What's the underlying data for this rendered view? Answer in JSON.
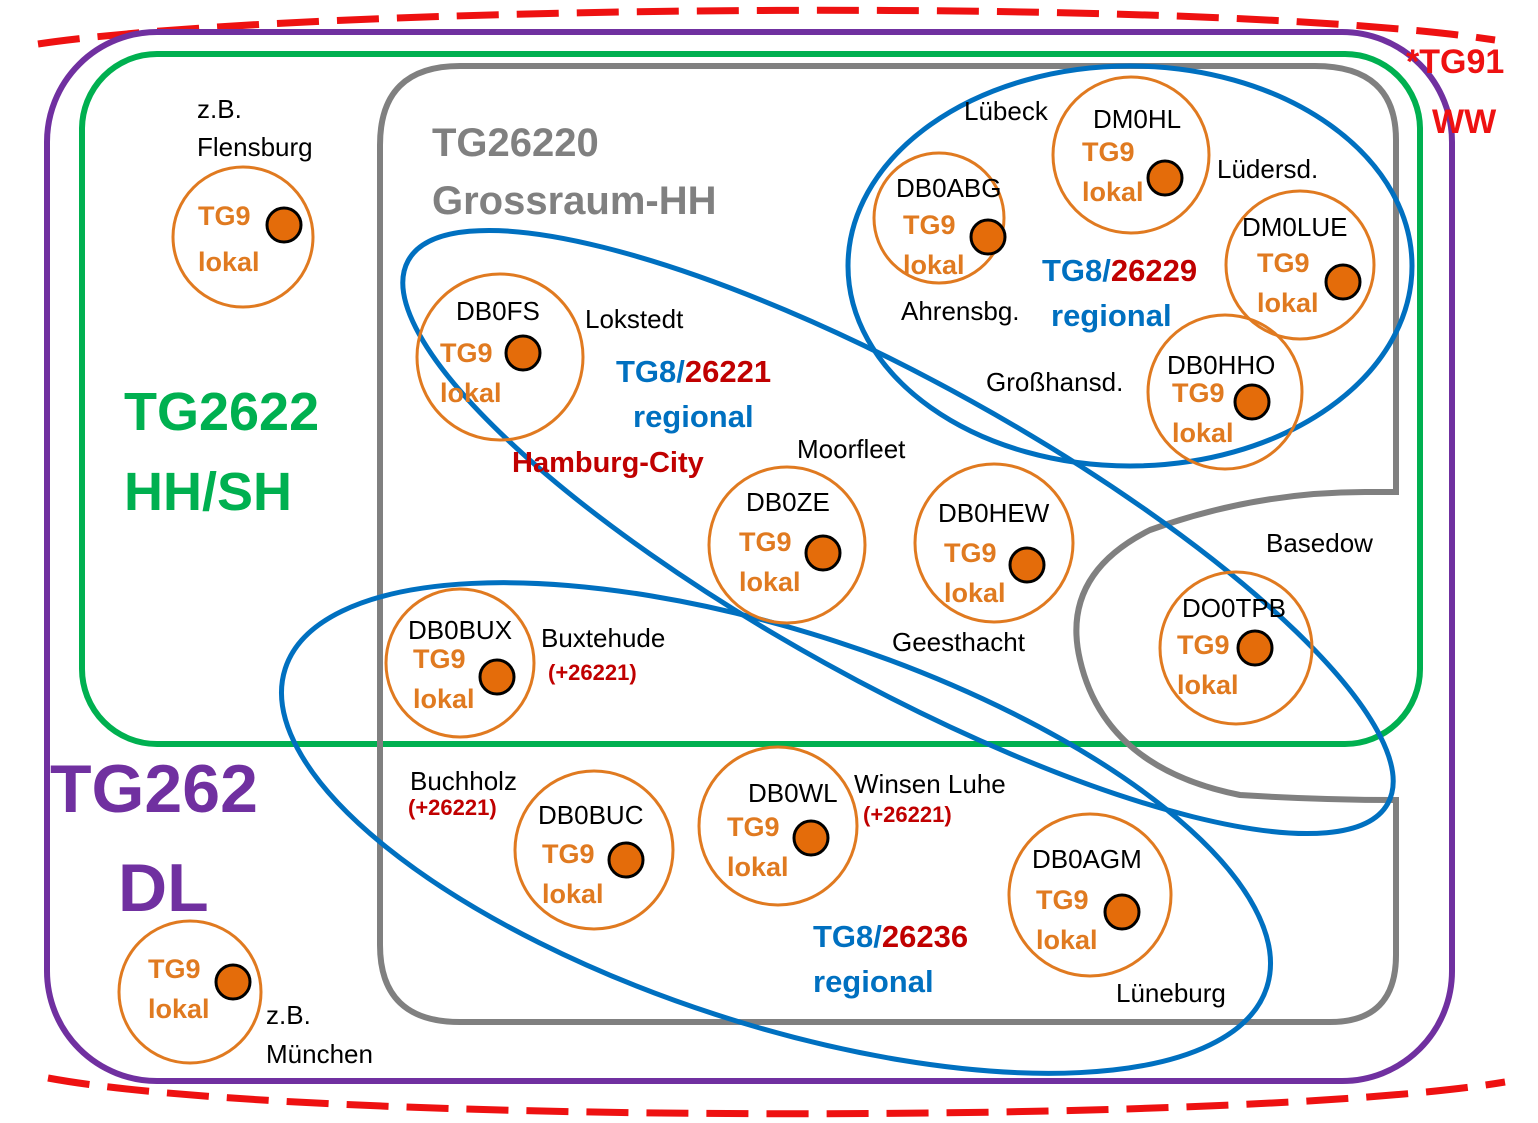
{
  "colors": {
    "ww": "#ee1111",
    "dl": "#7030a0",
    "hhsh": "#00b050",
    "grossraum": "#808080",
    "regional": "#0070c0",
    "tg_number": "#c00000",
    "repeater": "#e07a20",
    "node_fill": "#e46c0a"
  },
  "groups": {
    "ww": {
      "marker": "*",
      "line1": "TG91",
      "line2": "WW"
    },
    "dl": {
      "line1": "TG262",
      "line2": "DL"
    },
    "hhsh": {
      "line1": "TG2622",
      "line2": "HH/SH"
    },
    "grossraum": {
      "line1": "TG26220",
      "line2": "Grossraum-HH"
    },
    "city": {
      "prefix": "TG8/",
      "number": "26221",
      "sub": "regional",
      "name": "Hamburg-City"
    },
    "luebeck": {
      "prefix": "TG8/",
      "number": "26229",
      "sub": "regional"
    },
    "south": {
      "prefix": "TG8/",
      "number": "26236",
      "sub": "regional"
    }
  },
  "repeater_label": {
    "line1": "TG9",
    "line2": "lokal"
  },
  "repeaters": {
    "flensburg": {
      "call": "",
      "place": "z.B. Flensburg",
      "place1": "z.B.",
      "place2": "Flensburg"
    },
    "muenchen": {
      "call": "",
      "place1": "z.B.",
      "place2": "München"
    },
    "db0fs": {
      "call": "DB0FS",
      "place": "Lokstedt"
    },
    "db0abg": {
      "call": "DB0ABG",
      "place": "Ahrensbg."
    },
    "dm0hl": {
      "call": "DM0HL",
      "place": "Lübeck"
    },
    "dm0lue": {
      "call": "DM0LUE",
      "place": "Lüdersd."
    },
    "db0hho": {
      "call": "DB0HHO",
      "place": "Großhansd."
    },
    "db0ze": {
      "call": "DB0ZE",
      "place": "Moorfleet"
    },
    "db0hew": {
      "call": "DB0HEW",
      "place": "Geesthacht"
    },
    "do0tpb": {
      "call": "DO0TPB",
      "place": "Basedow"
    },
    "db0bux": {
      "call": "DB0BUX",
      "place": "Buxtehude",
      "note": "(+26221)"
    },
    "db0buc": {
      "call": "DB0BUC",
      "place": "Buchholz",
      "note": "(+26221)"
    },
    "db0wl": {
      "call": "DB0WL",
      "place": "Winsen Luhe",
      "note": "(+26221)"
    },
    "db0agm": {
      "call": "DB0AGM",
      "place": "Lüneburg"
    }
  }
}
